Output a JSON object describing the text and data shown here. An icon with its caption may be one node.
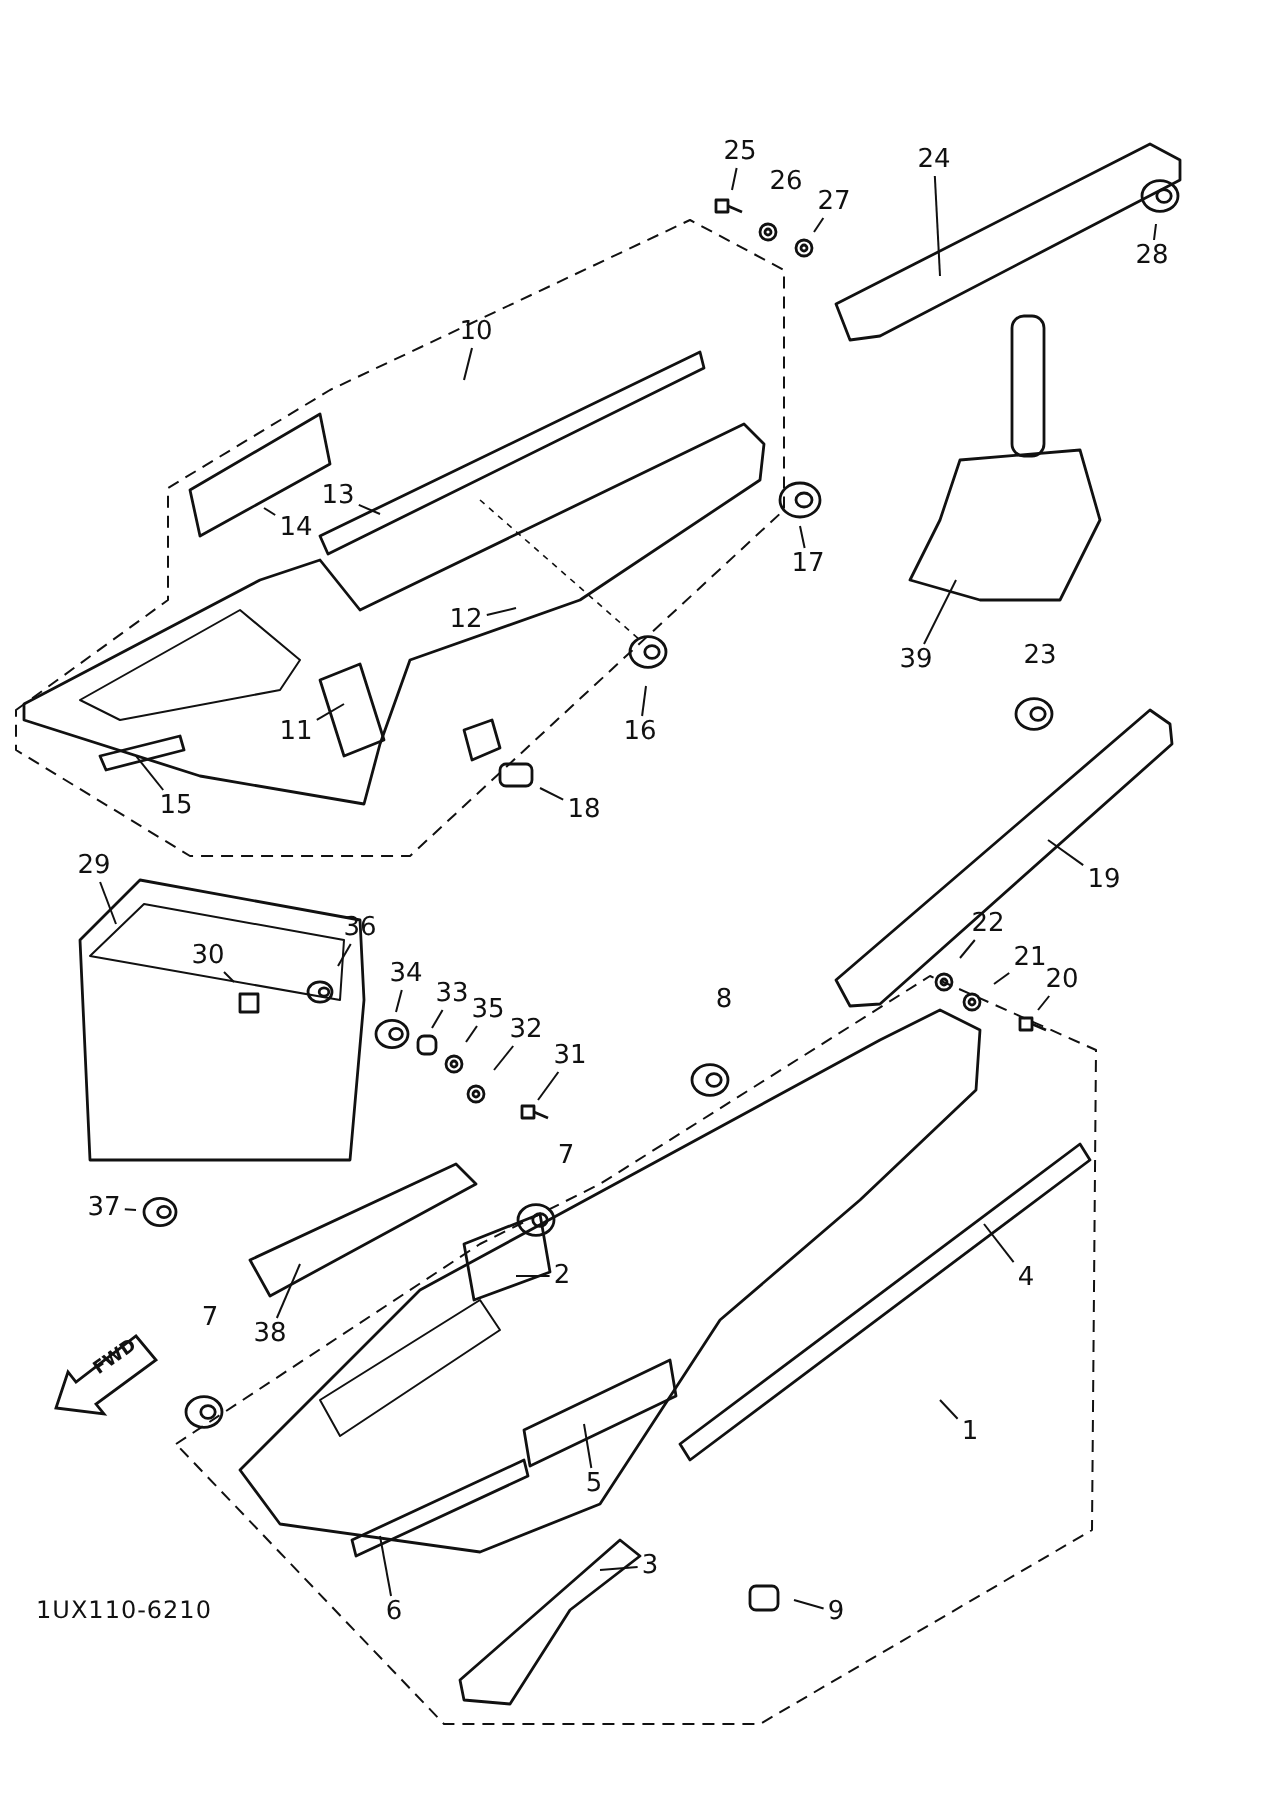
{
  "diagram": {
    "nodes": [
      {
        "text": [
          "25"
        ]
      },
      {
        "text": [
          "27"
        ]
      },
      {
        "text": [
          "24"
        ]
      },
      {
        "text": [
          "28"
        ]
      },
      {
        "text": [
          "10"
        ]
      },
      {
        "text": [
          "14"
        ]
      },
      {
        "text": [
          "13"
        ]
      },
      {
        "text": [
          "17"
        ]
      },
      {
        "text": [
          "12"
        ]
      },
      {
        "text": [
          "39"
        ]
      },
      {
        "text": [
          "11"
        ]
      },
      {
        "text": [
          "16"
        ]
      },
      {
        "text": [
          "15"
        ]
      },
      {
        "text": [
          "18"
        ]
      },
      {
        "text": [
          "29"
        ]
      },
      {
        "text": [
          "19"
        ]
      },
      {
        "text": [
          "36"
        ]
      },
      {
        "text": [
          "30"
        ]
      },
      {
        "text": [
          "22"
        ]
      },
      {
        "text": [
          "34"
        ]
      },
      {
        "text": [
          "21"
        ]
      },
      {
        "text": [
          "20"
        ]
      },
      {
        "text": [
          "33"
        ]
      },
      {
        "text": [
          "35"
        ]
      },
      {
        "text": [
          "32"
        ]
      },
      {
        "text": [
          "31"
        ]
      },
      {
        "text": [
          "4"
        ]
      },
      {
        "text": [
          "37"
        ]
      },
      {
        "text": [
          "2"
        ]
      },
      {
        "text": [
          "38"
        ]
      },
      {
        "text": [
          "1"
        ]
      },
      {
        "text": [
          "5"
        ]
      },
      {
        "text": [
          "3"
        ]
      },
      {
        "text": [
          "6"
        ]
      },
      {
        "text": [
          "9"
        ]
      }
    ],
    "edges": [
      {
        "from": 0,
        "to": null,
        "arrow": "none"
      },
      {
        "from": 1,
        "to": null,
        "arrow": "none"
      },
      {
        "from": 2,
        "to": null,
        "arrow": "none"
      },
      {
        "from": 3,
        "to": null,
        "arrow": "none"
      },
      {
        "from": 4,
        "to": null,
        "arrow": "none"
      },
      {
        "from": 5,
        "to": null,
        "arrow": "none"
      },
      {
        "from": 6,
        "to": null,
        "arrow": "none"
      },
      {
        "from": 7,
        "to": null,
        "arrow": "none"
      },
      {
        "from": 8,
        "to": null,
        "arrow": "none"
      },
      {
        "from": 9,
        "to": null,
        "arrow": "none"
      },
      {
        "from": 10,
        "to": null,
        "arrow": "none"
      },
      {
        "from": 11,
        "to": null,
        "arrow": "none"
      },
      {
        "from": 12,
        "to": null,
        "arrow": "none"
      },
      {
        "from": 13,
        "to": null,
        "arrow": "none"
      },
      {
        "from": 14,
        "to": null,
        "arrow": "none"
      },
      {
        "from": 15,
        "to": null,
        "arrow": "none"
      },
      {
        "from": 16,
        "to": null,
        "arrow": "none"
      },
      {
        "from": 17,
        "to": null,
        "arrow": "none"
      },
      {
        "from": 18,
        "to": null,
        "arrow": "none"
      },
      {
        "from": 19,
        "to": null,
        "arrow": "none"
      },
      {
        "from": 20,
        "to": null,
        "arrow": "none"
      },
      {
        "from": 21,
        "to": null,
        "arrow": "none"
      },
      {
        "from": 22,
        "to": null,
        "arrow": "none"
      },
      {
        "from": 23,
        "to": null,
        "arrow": "none"
      },
      {
        "from": 24,
        "to": null,
        "arrow": "none"
      },
      {
        "from": 25,
        "to": null,
        "arrow": "none"
      },
      {
        "from": 26,
        "to": null,
        "arrow": "none"
      },
      {
        "from": 27,
        "to": null,
        "arrow": "none"
      },
      {
        "from": 28,
        "to": null,
        "arrow": "none"
      },
      {
        "from": 29,
        "to": null,
        "arrow": "none"
      },
      {
        "from": 30,
        "to": null,
        "arrow": "none"
      },
      {
        "from": 31,
        "to": null,
        "arrow": "none"
      },
      {
        "from": 32,
        "to": null,
        "arrow": "none"
      },
      {
        "from": 33,
        "to": null,
        "arrow": "none"
      },
      {
        "from": 34,
        "to": null,
        "arrow": "none"
      }
    ],
    "labels": [
      "26",
      "23",
      "8",
      "7",
      "7",
      "FWD",
      "1UX110-6210"
    ]
  }
}
